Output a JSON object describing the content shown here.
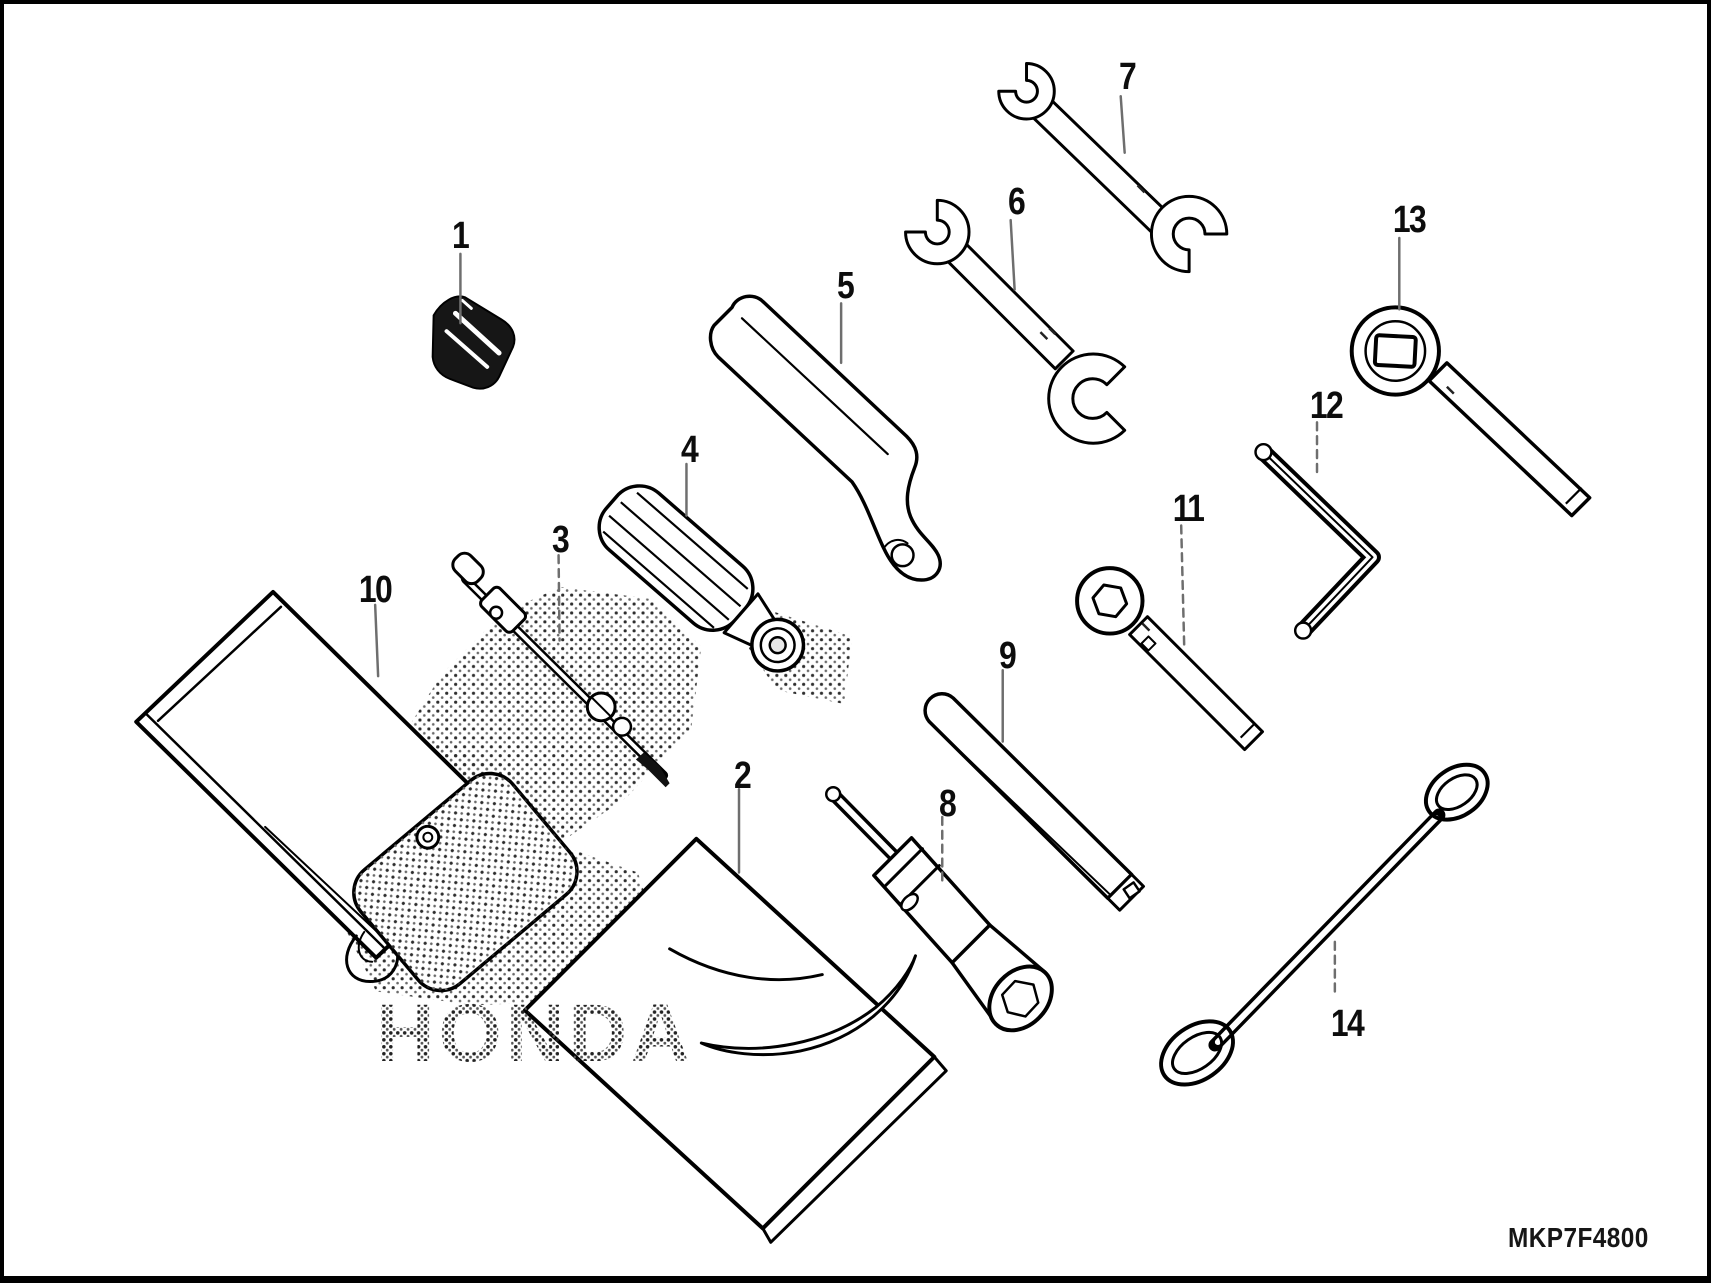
{
  "page": {
    "background": "#ffffff",
    "border_color": "#000000"
  },
  "diagram": {
    "code": "MKP7F4800",
    "watermark": "HONDA",
    "colors": {
      "line": "#000000",
      "leader": "#6e6e6e",
      "halftone_dark": "#2e2e2e",
      "halftone_light": "#6a6a6a"
    },
    "callouts": [
      {
        "label": "1"
      },
      {
        "label": "2"
      },
      {
        "label": "3"
      },
      {
        "label": "4"
      },
      {
        "label": "5"
      },
      {
        "label": "6"
      },
      {
        "label": "7"
      },
      {
        "label": "8"
      },
      {
        "label": "9"
      },
      {
        "label": "10"
      },
      {
        "label": "11"
      },
      {
        "label": "12"
      },
      {
        "label": "13"
      },
      {
        "label": "14"
      }
    ]
  }
}
